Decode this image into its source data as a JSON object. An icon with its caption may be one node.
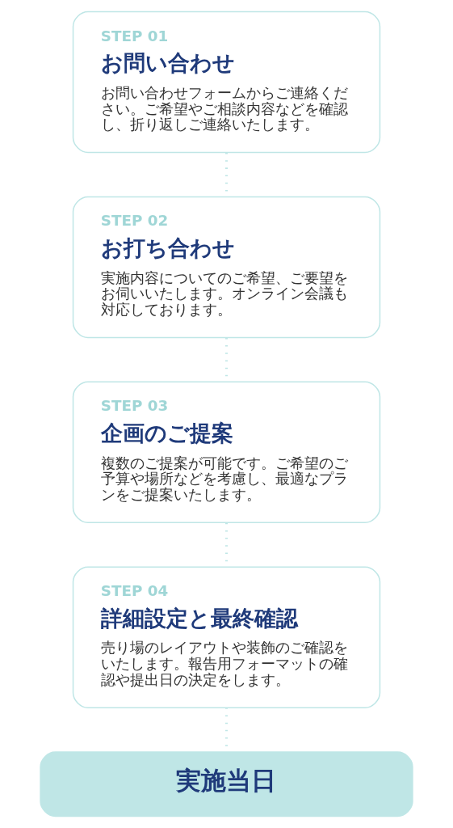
{
  "diagram": {
    "nodes": [
      {
        "text": [
          "STEP 01",
          "お問い合わせ",
          "お問い合わせフォームからご連絡ください。ご希望やご相談内容などを確認し、折り返しご連絡いたします。"
        ]
      },
      {
        "text": [
          "STEP 02",
          "お打ち合わせ",
          "実施内容についてのご希望、ご要望をお伺いいたします。オンライン会議も対応しております。"
        ]
      },
      {
        "text": [
          "STEP 03",
          "企画のご提案",
          "複数のご提案が可能です。ご希望のご予算や場所などを考慮し、最適なプランをご提案いたします。"
        ]
      },
      {
        "text": [
          "STEP 04",
          "詳細設定と最終確認",
          "売り場のレイアウトや装飾のご確認をいたします。報告用フォーマットの確認や提出日の決定をします。"
        ]
      },
      {
        "text": [
          "実施当日"
        ]
      }
    ],
    "edges": [
      {
        "from": 0,
        "to": 1,
        "arrow": "none",
        "style": "dashed"
      },
      {
        "from": 1,
        "to": 2,
        "arrow": "none",
        "style": "dashed"
      },
      {
        "from": 2,
        "to": 3,
        "arrow": "none",
        "style": "dashed"
      },
      {
        "from": 3,
        "to": 4,
        "arrow": "none",
        "style": "dashed"
      }
    ]
  }
}
